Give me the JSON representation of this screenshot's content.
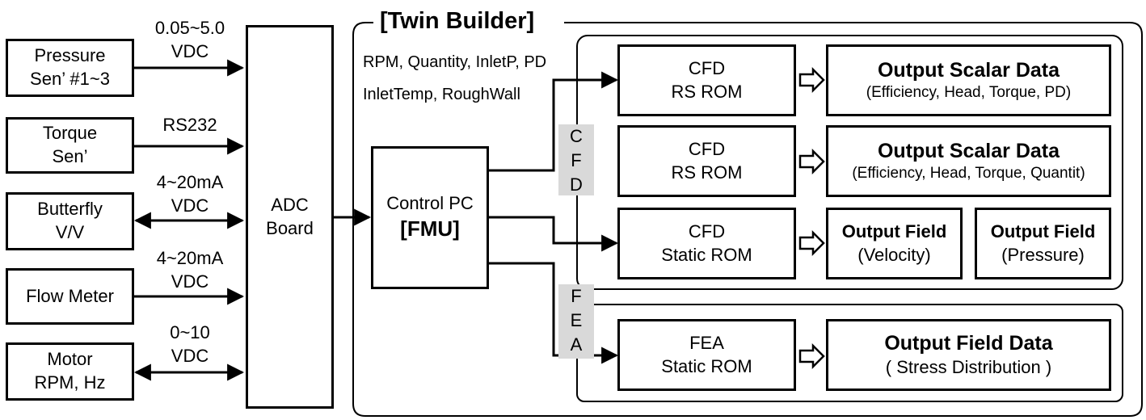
{
  "sensors": [
    {
      "line1": "Pressure",
      "line2": "Sen’ #1~3"
    },
    {
      "line1": "Torque",
      "line2": "Sen’"
    },
    {
      "line1": "Butterfly",
      "line2": "V/V"
    },
    {
      "line1": "Flow Meter",
      "line2": ""
    },
    {
      "line1": "Motor",
      "line2": "RPM, Hz"
    }
  ],
  "signals": [
    {
      "line1": "0.05~5.0",
      "line2": "VDC"
    },
    {
      "line1": "RS232",
      "line2": ""
    },
    {
      "line1": "4~20mA",
      "line2": "VDC"
    },
    {
      "line1": "4~20mA",
      "line2": "VDC"
    },
    {
      "line1": "0~10",
      "line2": "VDC"
    }
  ],
  "adc": {
    "line1": "ADC",
    "line2": "Board"
  },
  "control": {
    "line1": "Control PC",
    "line2": "[FMU]"
  },
  "twin_builder_title": "[Twin Builder]",
  "inputs": {
    "line1": "RPM, Quantity, InletP, PD",
    "line2": "InletTemp, RoughWall"
  },
  "cfd_tag": [
    "C",
    "F",
    "D"
  ],
  "fea_tag": [
    "F",
    "E",
    "A"
  ],
  "roms": [
    {
      "line1": "CFD",
      "line2": "RS ROM"
    },
    {
      "line1": "CFD",
      "line2": "RS ROM"
    },
    {
      "line1": "CFD",
      "line2": "Static ROM"
    },
    {
      "line1": "FEA",
      "line2": "Static ROM"
    }
  ],
  "outputs": [
    {
      "title": "Output Scalar Data",
      "sub": "(Efficiency, Head, Torque, PD)"
    },
    {
      "title": "Output Scalar Data",
      "sub": "(Efficiency, Head, Torque, Quantit)"
    },
    {
      "title": "Output Field",
      "sub": "(Velocity)"
    },
    {
      "title": "Output Field",
      "sub": "(Pressure)"
    },
    {
      "title": "Output Field Data",
      "sub": "( Stress Distribution )"
    }
  ]
}
